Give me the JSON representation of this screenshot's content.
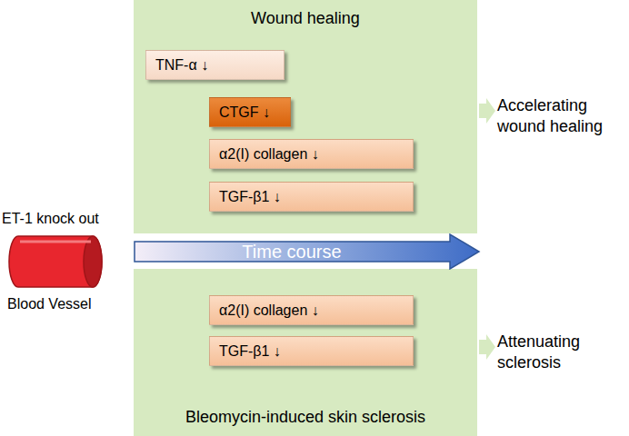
{
  "diagram": {
    "nodes": [
      {
        "text": [
          "Wound healing"
        ]
      },
      {
        "text": [
          "TNF-α ↓"
        ],
        "in": 0
      },
      {
        "text": [
          "CTGF ↓"
        ],
        "in": 0
      },
      {
        "text": [
          "α2(I) collagen ↓"
        ],
        "in": 0
      },
      {
        "text": [
          "TGF-β1 ↓"
        ],
        "in": 0
      },
      {
        "text": [
          "Bleomycin-induced skin sclerosis"
        ]
      },
      {
        "text": [
          "α2(I) collagen ↓"
        ],
        "in": 5
      },
      {
        "text": [
          "TGF-β1 ↓"
        ],
        "in": 5
      },
      {
        "text": [
          "Time course"
        ]
      },
      {
        "text": [
          "ET-1 knock out",
          "Blood Vessel"
        ]
      }
    ],
    "labels": [
      "Accelerating wound healing",
      "Attenuating sclerosis"
    ]
  }
}
